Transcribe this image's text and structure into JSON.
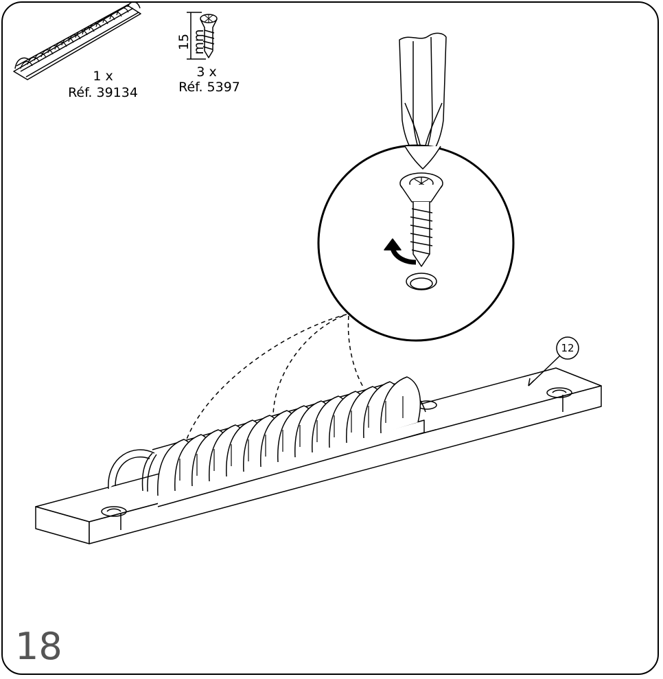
{
  "parts": {
    "comb": {
      "qty": "1 x",
      "ref": "Réf. 39134"
    },
    "screw": {
      "qty": "3 x",
      "ref": "Réf. 5397",
      "length": "15 mm"
    }
  },
  "callout": "12",
  "step": "18"
}
